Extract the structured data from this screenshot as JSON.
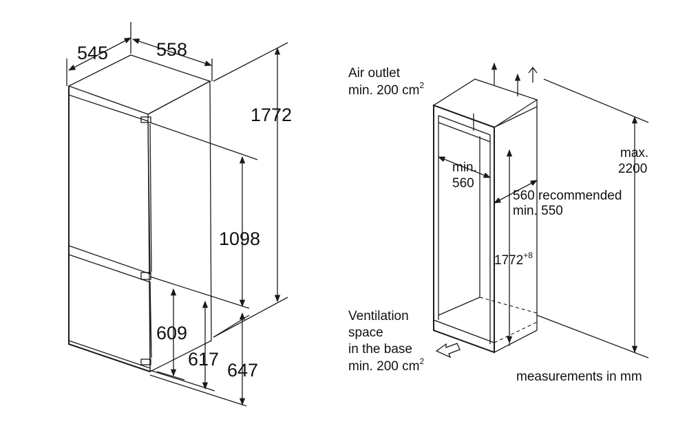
{
  "appliance": {
    "dims": {
      "depth": "545",
      "width": "558",
      "height": "1772",
      "upper_door": "1098",
      "lower_609": "609",
      "lower_617": "617",
      "lower_647": "647"
    }
  },
  "niche": {
    "air_outlet_line1": "Air outlet",
    "air_outlet_line2": "min. 200 cm",
    "air_outlet_sup": "2",
    "min_width_line1": "min.",
    "min_width_line2": "560",
    "depth_line1": "560 recommended",
    "depth_line2": "min. 550",
    "height_value": "1772",
    "height_tolerance": "+8",
    "max_line1": "max.",
    "max_line2": "2200",
    "vent_line1": "Ventilation",
    "vent_line2": "space",
    "vent_line3": "in the base",
    "vent_line4": "min. 200 cm",
    "vent_sup": "2"
  },
  "footer": {
    "units_note": "measurements in mm"
  },
  "colors": {
    "line": "#1a1a1a",
    "text": "#111111",
    "background": "#ffffff"
  }
}
